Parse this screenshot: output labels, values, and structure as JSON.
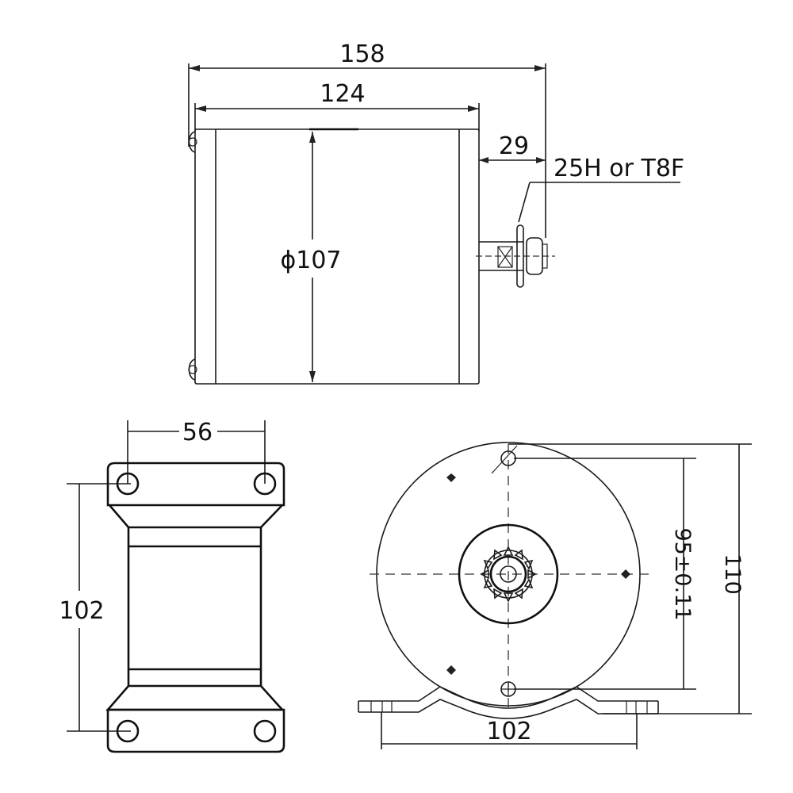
{
  "drawing": {
    "title": "Motor dimension drawing",
    "units": "mm",
    "line_color": "#111111",
    "background": "#ffffff"
  },
  "side_view": {
    "overall_length": "158",
    "body_length": "124",
    "shaft_length": "29",
    "body_diameter": "ϕ107",
    "sprocket_callout": "25H or T8F"
  },
  "bottom_view": {
    "hole_spacing_width": "56",
    "hole_spacing_length": "102"
  },
  "front_view": {
    "mount_hole_width": "102",
    "hole_spacing_height": "95±0.11",
    "overall_height": "110"
  }
}
